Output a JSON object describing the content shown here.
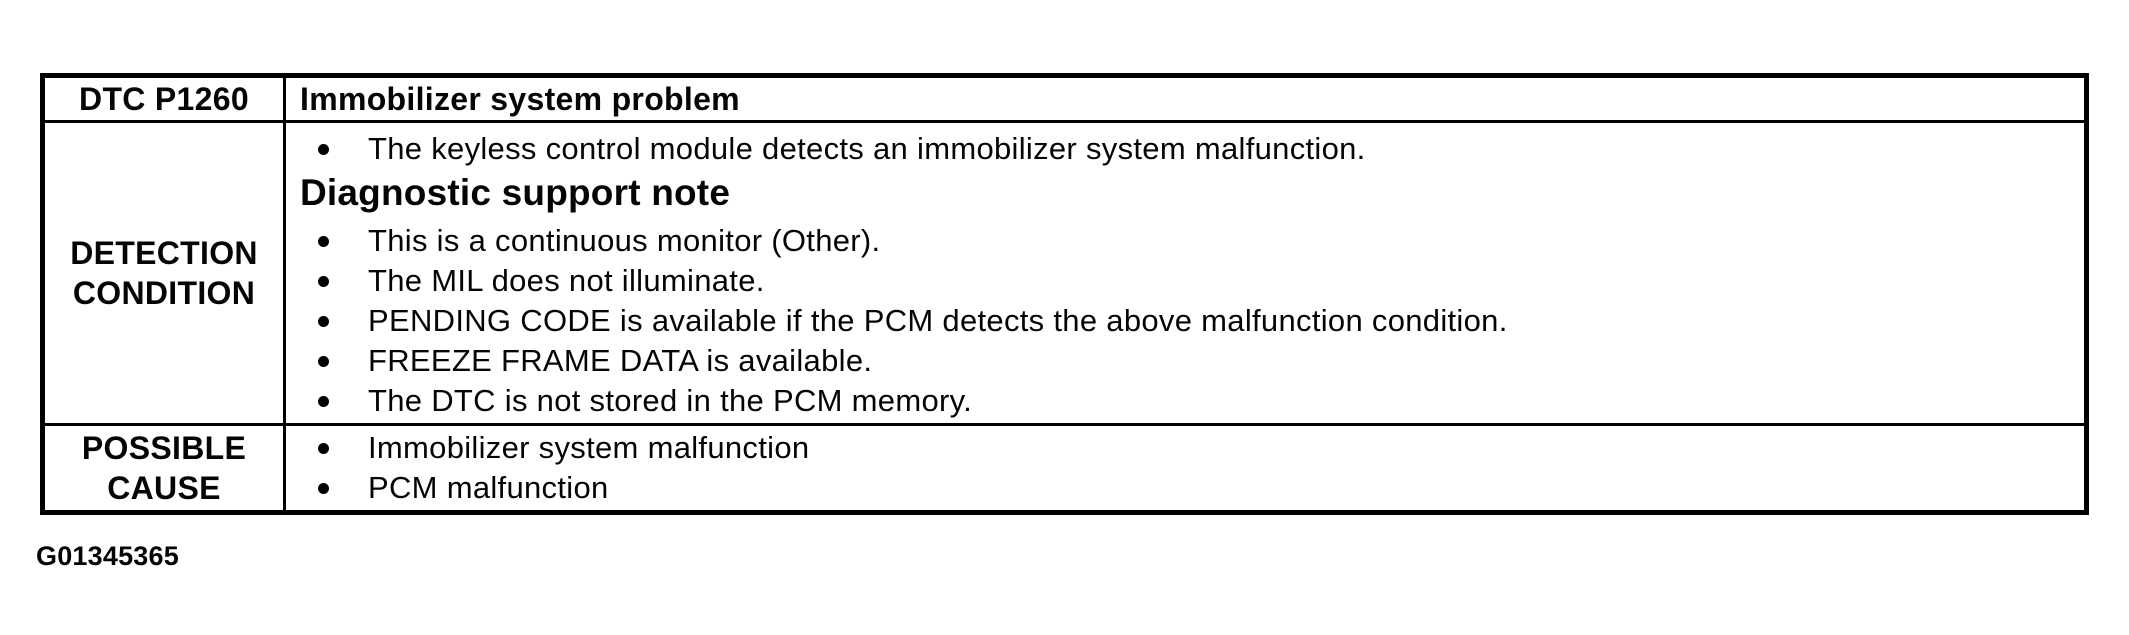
{
  "page": {
    "background_color": "#ffffff",
    "text_color": "#000000",
    "border_color": "#000000",
    "figure_code": "G01345365"
  },
  "bullet": {
    "icon": "bullet-icon",
    "glyph": "•"
  },
  "table": {
    "rows": [
      {
        "label": "DTC P1260",
        "title": "Immobilizer system problem"
      },
      {
        "label": "DETECTION CONDITION",
        "label_lines": [
          "DETECTION",
          "CONDITION"
        ],
        "items": [
          {
            "type": "bullet",
            "text": "The keyless control module detects an immobilizer system malfunction."
          },
          {
            "type": "heading",
            "text": "Diagnostic support note"
          },
          {
            "type": "bullet",
            "text": "This is a continuous monitor (Other)."
          },
          {
            "type": "bullet",
            "text": "The MIL does not illuminate."
          },
          {
            "type": "bullet",
            "text": "PENDING CODE is available if the PCM detects the above malfunction condition."
          },
          {
            "type": "bullet",
            "text": "FREEZE FRAME DATA is available."
          },
          {
            "type": "bullet",
            "text": "The DTC is not stored in the PCM memory."
          }
        ]
      },
      {
        "label": "POSSIBLE CAUSE",
        "label_lines": [
          "POSSIBLE",
          "CAUSE"
        ],
        "items": [
          {
            "type": "bullet",
            "text": "Immobilizer system malfunction"
          },
          {
            "type": "bullet",
            "text": "PCM malfunction"
          }
        ]
      }
    ]
  }
}
